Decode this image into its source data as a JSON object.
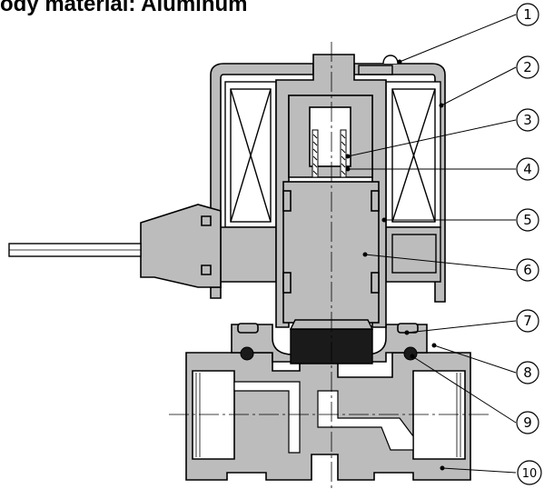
{
  "title": "ody material: Aluminum",
  "colors": {
    "body": "#bcbcbc",
    "stroke": "#000000",
    "seal": "#1a1a1a",
    "background": "#ffffff"
  },
  "parts": [
    {
      "number": "1"
    },
    {
      "number": "2"
    },
    {
      "number": "3"
    },
    {
      "number": "4"
    },
    {
      "number": "5"
    },
    {
      "number": "6"
    },
    {
      "number": "7"
    },
    {
      "number": "8"
    },
    {
      "number": "9"
    },
    {
      "number": "10"
    }
  ]
}
